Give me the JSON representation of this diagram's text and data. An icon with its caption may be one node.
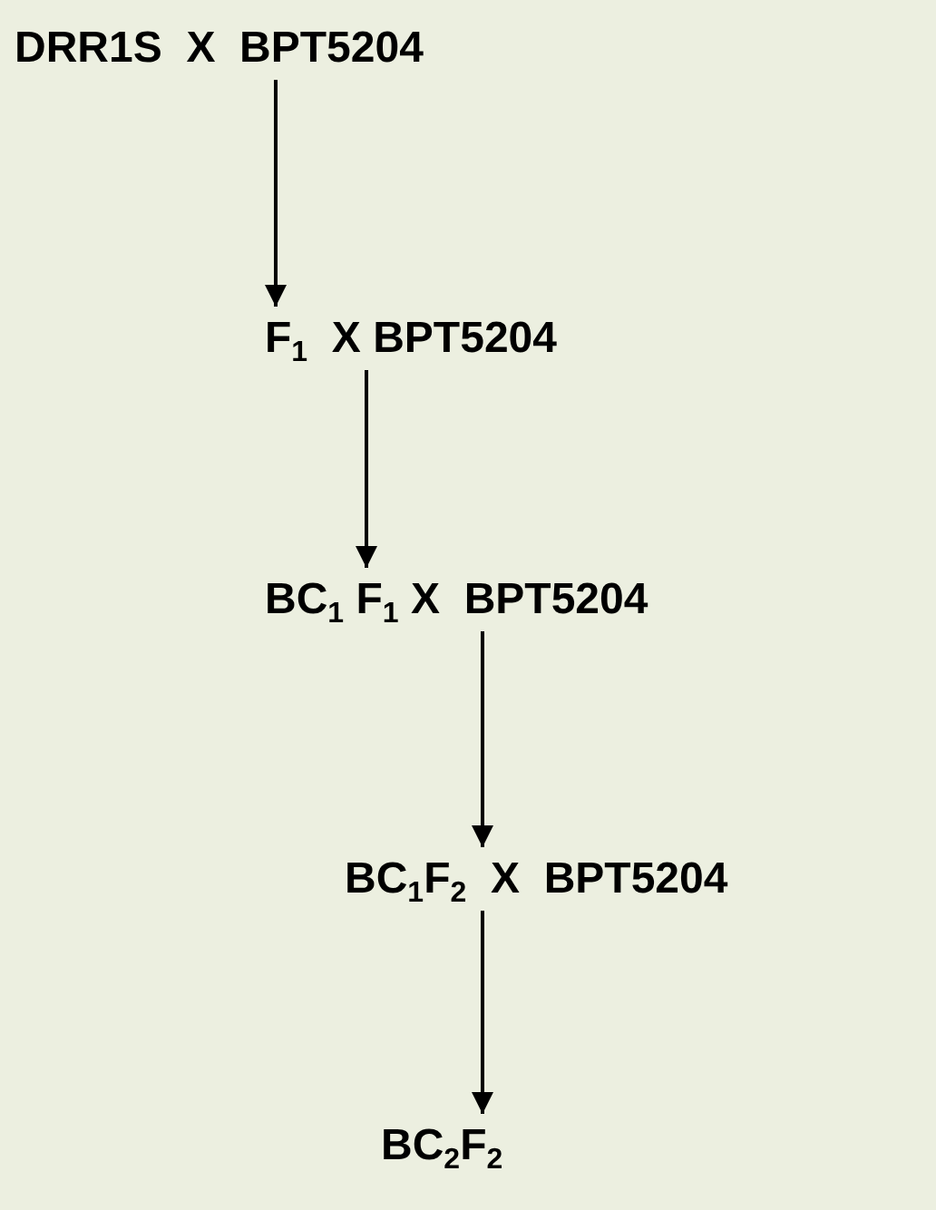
{
  "diagram": {
    "nodes": [
      {
        "text": [
          "DRR1S  X  BPT5204"
        ]
      },
      {
        "text": [
          "F$_{1}$  X BPT5204"
        ]
      },
      {
        "text": [
          "BC$_{1}$ F$_{1}$ X  BPT5204"
        ]
      },
      {
        "text": [
          "BC$_{1}$F$_{2}$  X  BPT5204"
        ]
      },
      {
        "text": [
          "BC$_{2}$F$_{2}$"
        ]
      }
    ],
    "edges": [
      {
        "from": 0,
        "to": 1,
        "arrow": "to"
      },
      {
        "from": 1,
        "to": 2,
        "arrow": "to"
      },
      {
        "from": 2,
        "to": 3,
        "arrow": "to"
      },
      {
        "from": 3,
        "to": 4,
        "arrow": "to"
      }
    ]
  }
}
